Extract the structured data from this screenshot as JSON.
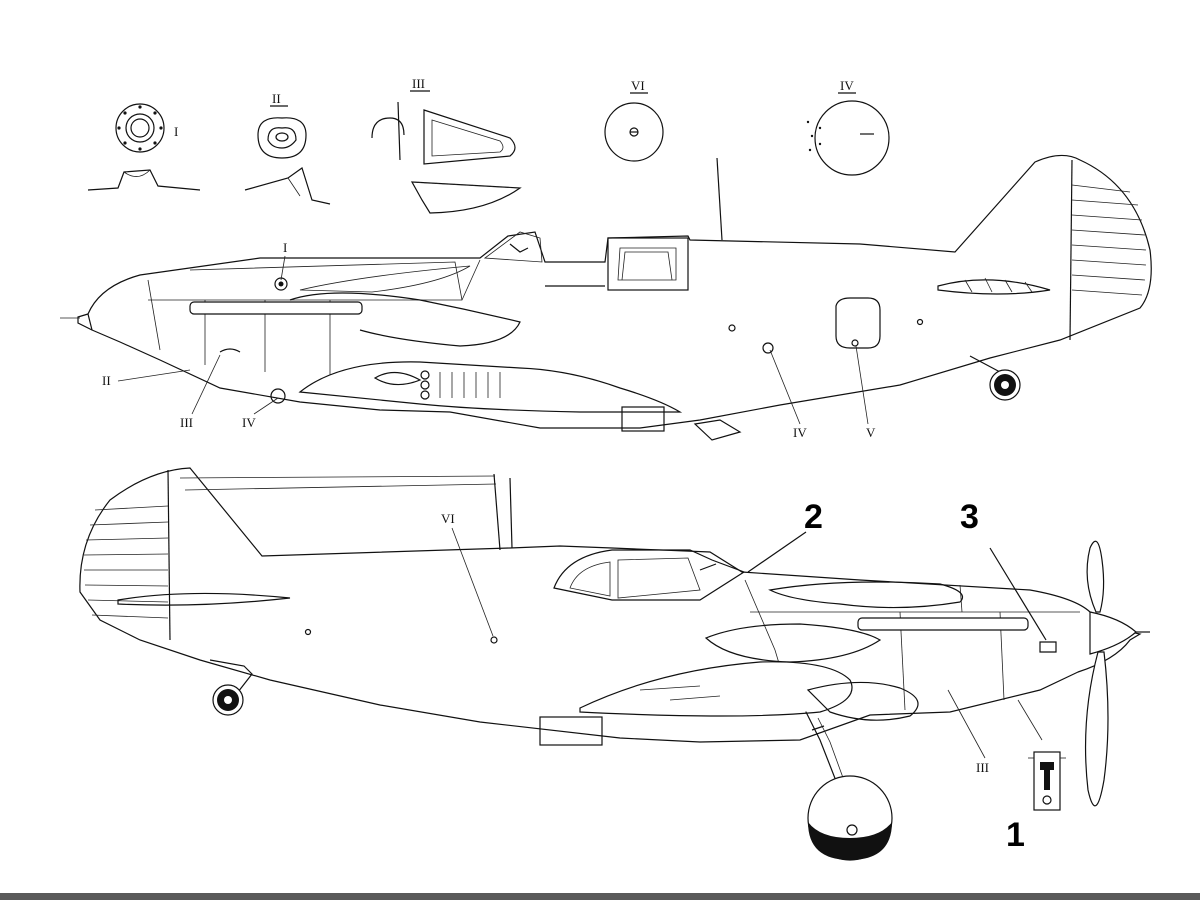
{
  "drawing": {
    "detail_labels": {
      "d1": "I",
      "d2": "II",
      "d3": "III",
      "d6": "VI",
      "d4": "IV"
    },
    "upper_view_callouts": [
      "I",
      "II",
      "III",
      "IV",
      "IV",
      "V"
    ],
    "lower_view_callouts": [
      "VI",
      "III"
    ],
    "big_numbers": {
      "n1": "1",
      "n2": "2",
      "n3": "3"
    }
  }
}
